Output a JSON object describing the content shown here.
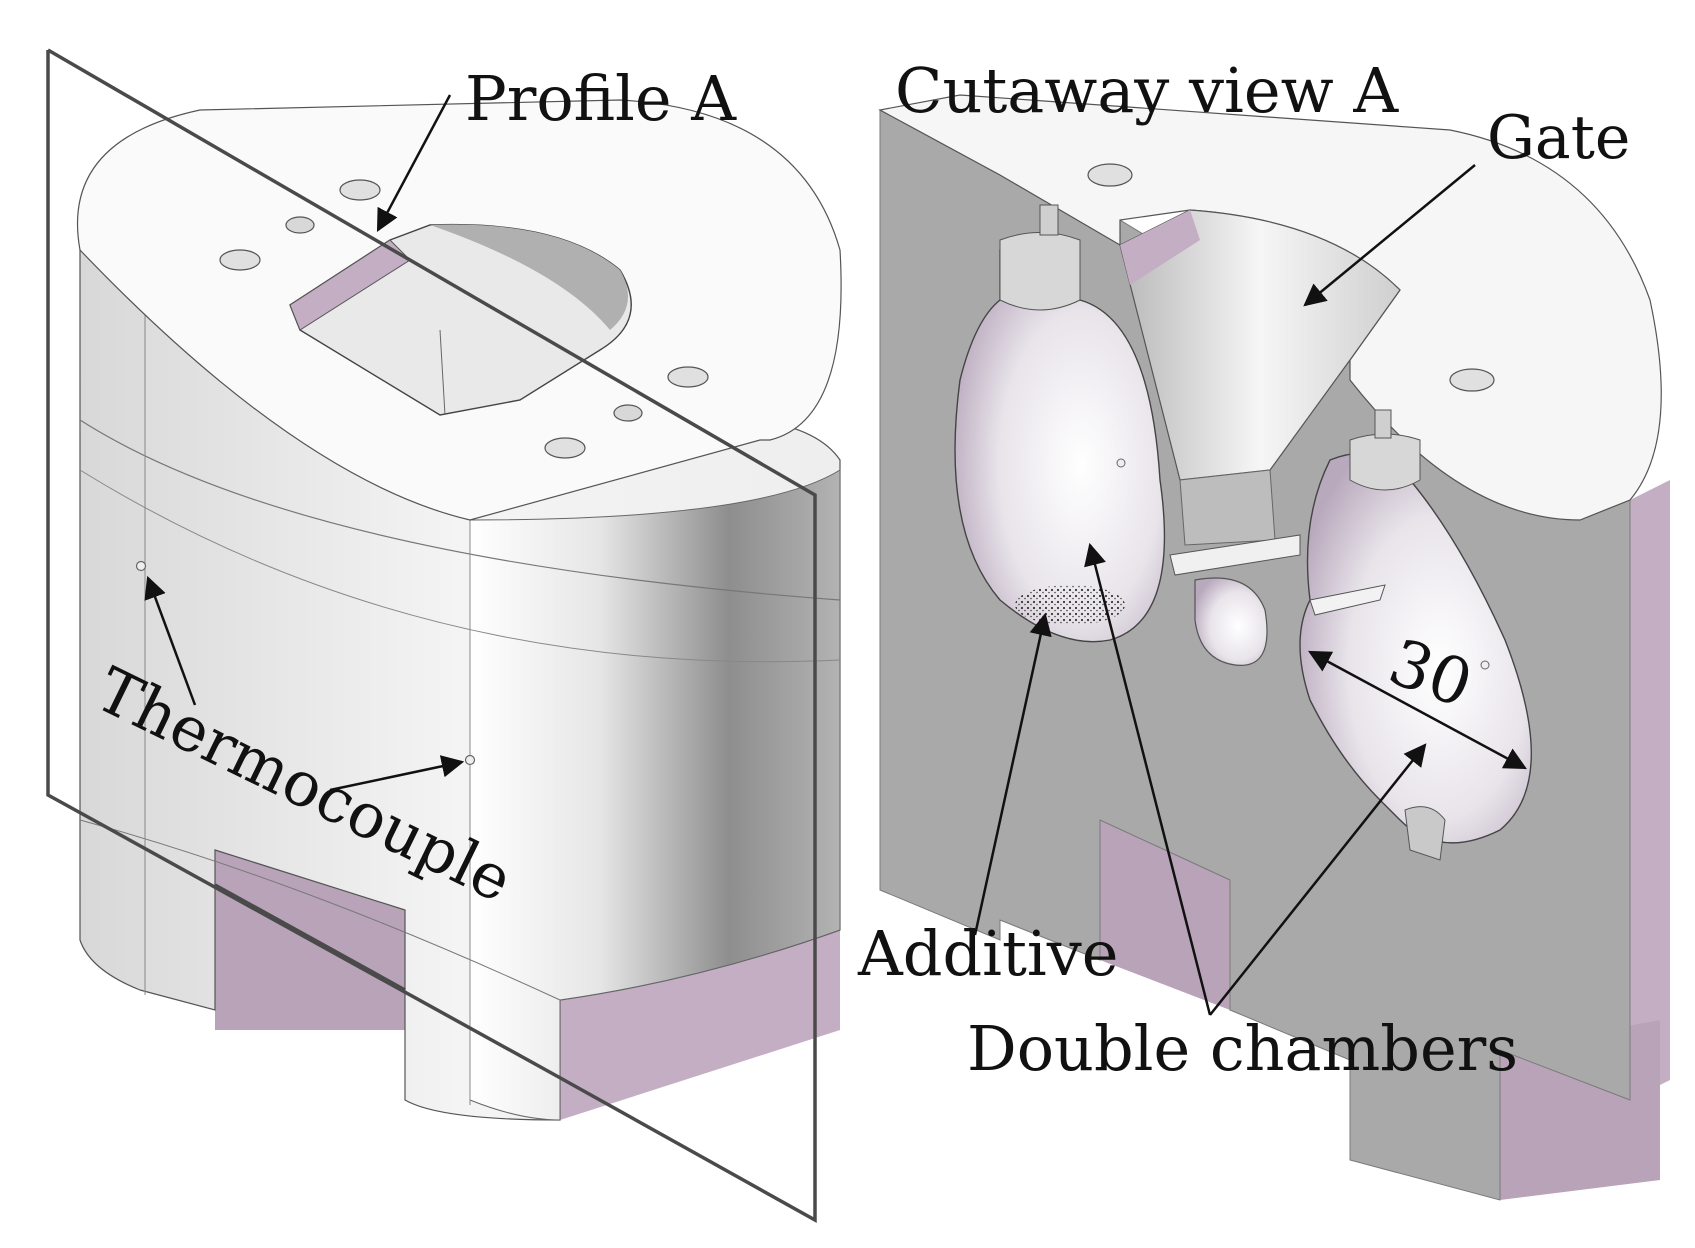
{
  "labels": {
    "profile": "Profile A",
    "cutaway": "Cutaway view A",
    "gate": "Gate",
    "thermocouple": "Thermocouple",
    "dimension": "30",
    "additive": "Additive",
    "chambers": "Double chambers"
  },
  "colors": {
    "body_light": "#f2f2f2",
    "body_shadow": "#9a9a9a",
    "section_gray": "#a9a9a9",
    "lilac": "#c4aec4",
    "plane": "#4a4a4a",
    "ink": "#111111"
  }
}
